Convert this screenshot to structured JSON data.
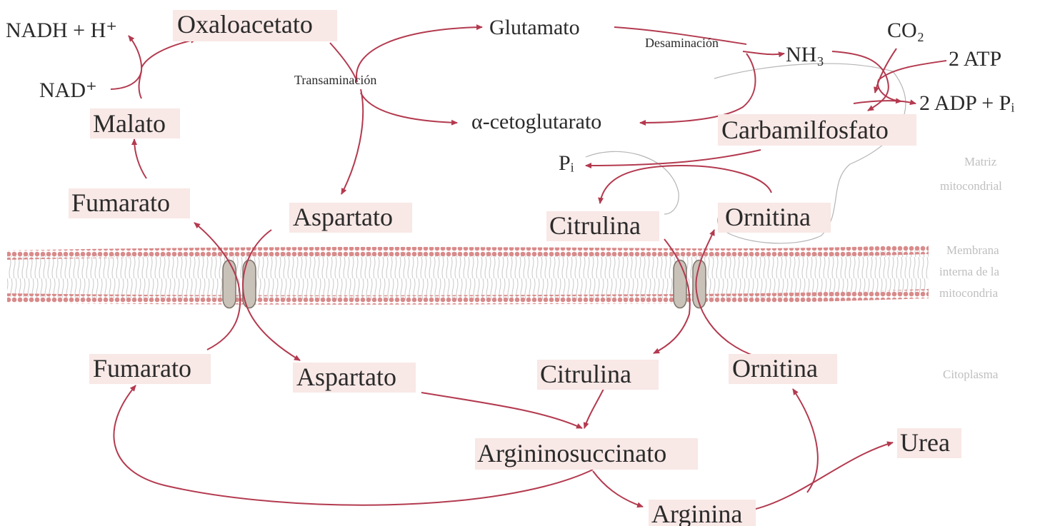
{
  "labels": {
    "nadh": "NADH + H⁺",
    "nad": "NAD⁺",
    "oxaloacetato": "Oxaloacetato",
    "glutamato": "Glutamato",
    "desaminacion": "Desaminación",
    "nh3": "NH₃",
    "co2": "CO₂",
    "atp": "2 ATP",
    "adp": "2 ADP + Pᵢ",
    "transaminacion": "Transaminación",
    "malato": "Malato",
    "cetoglutarato": "α-cetoglutarato",
    "carbamilfosfato": "Carbamilfosfato",
    "pi": "Pᵢ",
    "fumarato_top": "Fumarato",
    "aspartato_top": "Aspartato",
    "citrulina_top": "Citrulina",
    "ornitina_top": "Ornitina",
    "fumarato_bottom": "Fumarato",
    "aspartato_bottom": "Aspartato",
    "citrulina_bottom": "Citrulina",
    "ornitina_bottom": "Ornitina",
    "argininosuccinato": "Argininosuccinato",
    "urea": "Urea",
    "arginina": "Arginina"
  },
  "regions": {
    "matriz_1": "Matriz",
    "matriz_2": "mitocondrial",
    "membrana_1": "Membrana",
    "membrana_2": "interna de la",
    "membrana_3": "mitocondria",
    "citoplasma": "Citoplasma"
  },
  "colors": {
    "arrow": "#b33a4f",
    "label_background": "#f8e8e6",
    "lipid_head": "#d98a8a",
    "region_text": "#bfbfbf"
  }
}
